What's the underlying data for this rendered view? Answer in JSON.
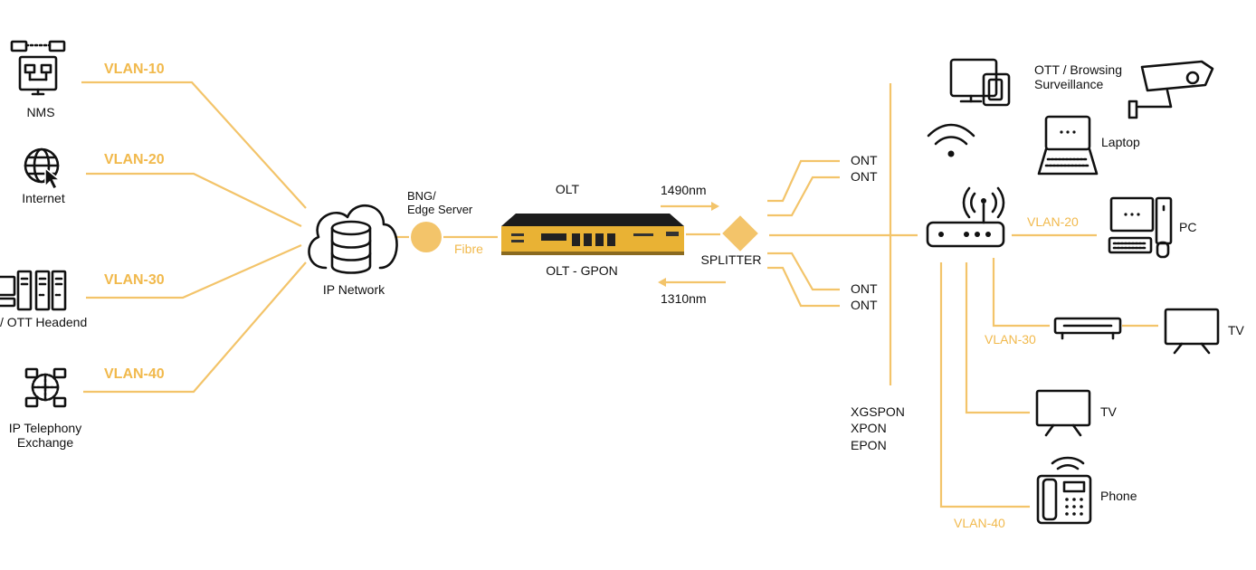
{
  "colors": {
    "accent": "#f3c46a",
    "icon": "#111111"
  },
  "sources": {
    "nms": {
      "label": "NMS",
      "vlan": "VLAN-10",
      "icon": "network-management-icon"
    },
    "internet": {
      "label": "Internet",
      "vlan": "VLAN-20",
      "icon": "globe-icon"
    },
    "headend": {
      "label": "/ OTT Headend",
      "vlan": "VLAN-30",
      "icon": "server-rack-icon"
    },
    "telephony": {
      "label_line1": "IP Telephony",
      "label_line2": "Exchange",
      "vlan": "VLAN-40",
      "icon": "telephony-network-icon"
    }
  },
  "ip_network": {
    "label": "IP Network",
    "icon": "cloud-database-icon"
  },
  "bng": {
    "label_line1": "BNG/",
    "label_line2": "Edge Server",
    "link_label": "Fibre"
  },
  "olt": {
    "title": "OLT",
    "subtitle": "OLT - GPON",
    "downstream": "1490nm",
    "upstream": "1310nm"
  },
  "splitter": {
    "label": "SPLITTER"
  },
  "onts": [
    "ONT",
    "ONT",
    "ONT",
    "ONT"
  ],
  "pon_types": [
    "XGSPON",
    "XPON",
    "EPON"
  ],
  "home": {
    "ott_line1": "OTT / Browsing",
    "ott_line2": "Surveillance",
    "laptop": "Laptop",
    "pc": "PC",
    "pc_vlan": "VLAN-20",
    "stb_vlan": "VLAN-30",
    "tv1": "TV",
    "tv2": "TV",
    "phone": "Phone",
    "phone_vlan": "VLAN-40"
  }
}
